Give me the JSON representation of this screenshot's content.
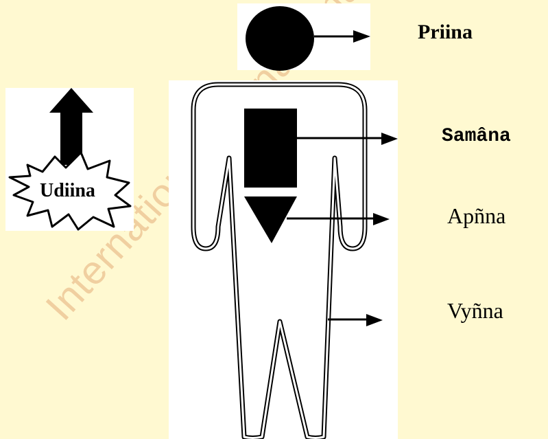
{
  "watermark": "International Pranayama",
  "labels": {
    "prana": "Priina",
    "samana": "Samâna",
    "apana": "Apñna",
    "vyana": "Vyñna",
    "udana": "Udiina"
  },
  "colors": {
    "background": "#fff9d1",
    "panel": "#ffffff",
    "ink": "#000000",
    "watermark": "#f0cfa0"
  }
}
